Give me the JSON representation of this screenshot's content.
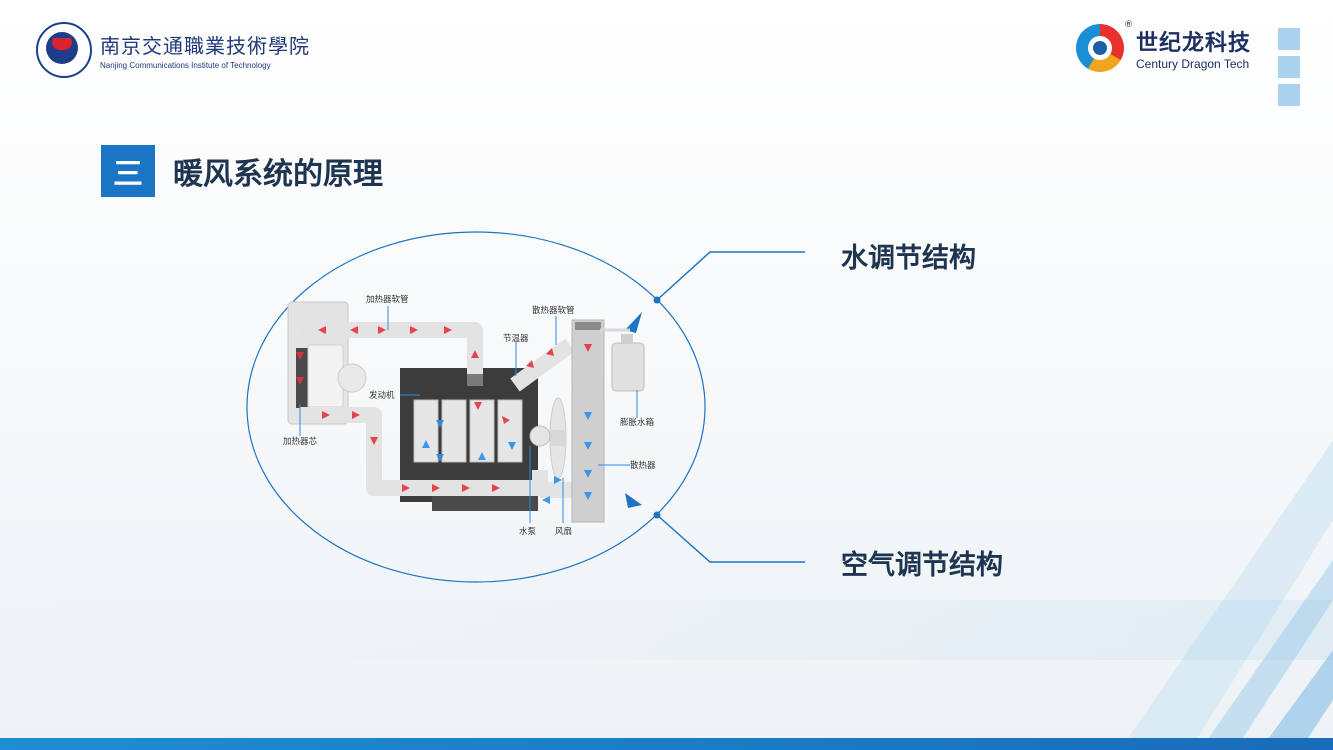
{
  "header": {
    "school_name_cn": "南京交通職業技術學院",
    "school_name_en": "Nanjing Communications Institute of Technology",
    "brand_name_cn": "世纪龙科技",
    "brand_name_en": "Century Dragon Tech",
    "brand_registered": "®"
  },
  "section": {
    "number": "三",
    "title": "暖风系统的原理"
  },
  "diagram": {
    "labels": {
      "heater_hose": "加热器软管",
      "radiator_hose": "散热器软管",
      "thermostat": "节温器",
      "engine": "发动机",
      "heater_core": "加热器芯",
      "expansion_tank": "膨胀水箱",
      "radiator": "散热器",
      "water_pump": "水泵",
      "fan": "风扇"
    },
    "callouts": {
      "water": "水调节结构",
      "air": "空气调节结构"
    }
  },
  "colors": {
    "accent": "#1c74c4",
    "hot_flow": "#e8323c",
    "cold_flow": "#2a8de6",
    "title_text": "#1d3550"
  }
}
